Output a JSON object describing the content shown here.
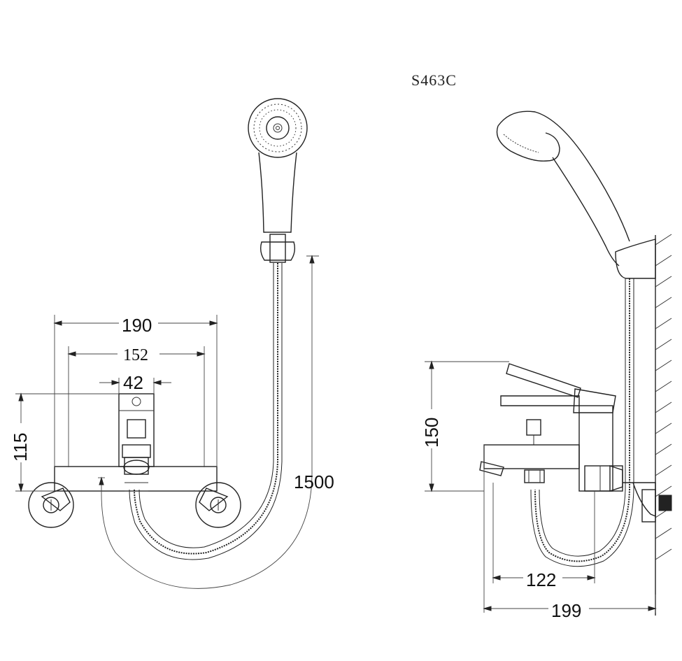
{
  "model_code": "S463C",
  "front_view": {
    "dim_overall_width": "190",
    "dim_centers": "152",
    "dim_body_width": "42",
    "dim_height": "115",
    "dim_hose_length": "1500"
  },
  "side_view": {
    "dim_height": "150",
    "dim_spout": "122",
    "dim_depth": "199"
  }
}
